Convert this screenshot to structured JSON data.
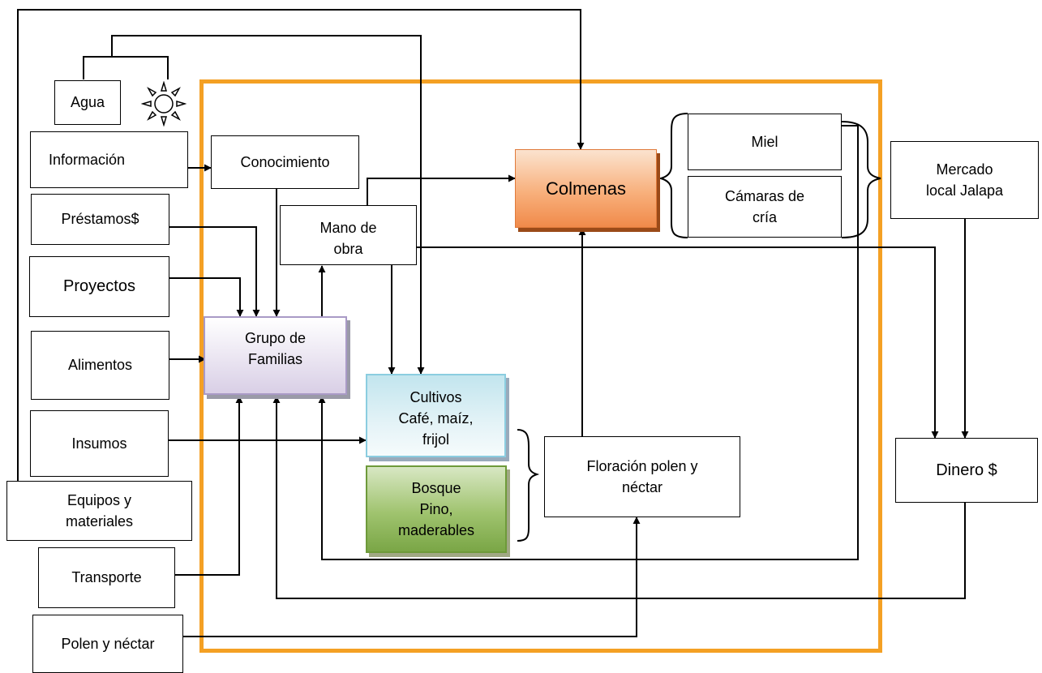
{
  "diagram": {
    "nodes": {
      "agua": "Agua",
      "informacion": "Información",
      "prestamos": "Préstamos$",
      "proyectos": "Proyectos",
      "alimentos": "Alimentos",
      "insumos": "Insumos",
      "equipos": "Equipos y\nmateriales",
      "transporte": "Transporte",
      "polen_nectar": "Polen y néctar",
      "conocimiento": "Conocimiento",
      "mano_de_obra": "Mano de\nobra",
      "grupo_familias": "Grupo de\nFamilias",
      "colmenas": "Colmenas",
      "miel": "Miel",
      "camaras": "Cámaras de\ncría",
      "cultivos": "Cultivos\nCafé, maíz,\nfrijol",
      "bosque": "Bosque\nPino,\nmaderables",
      "floracion": "Floración polen y\nnéctar",
      "mercado": "Mercado\nlocal Jalapa",
      "dinero": "Dinero $"
    },
    "colors": {
      "system_boundary": "#f4a024",
      "colmenas": "#f8b07c",
      "grupo_familias": "#d9cfe6",
      "cultivos": "#c2e5ee",
      "bosque": "#9fc36e"
    },
    "icons": {
      "sun": "sun-icon"
    }
  }
}
